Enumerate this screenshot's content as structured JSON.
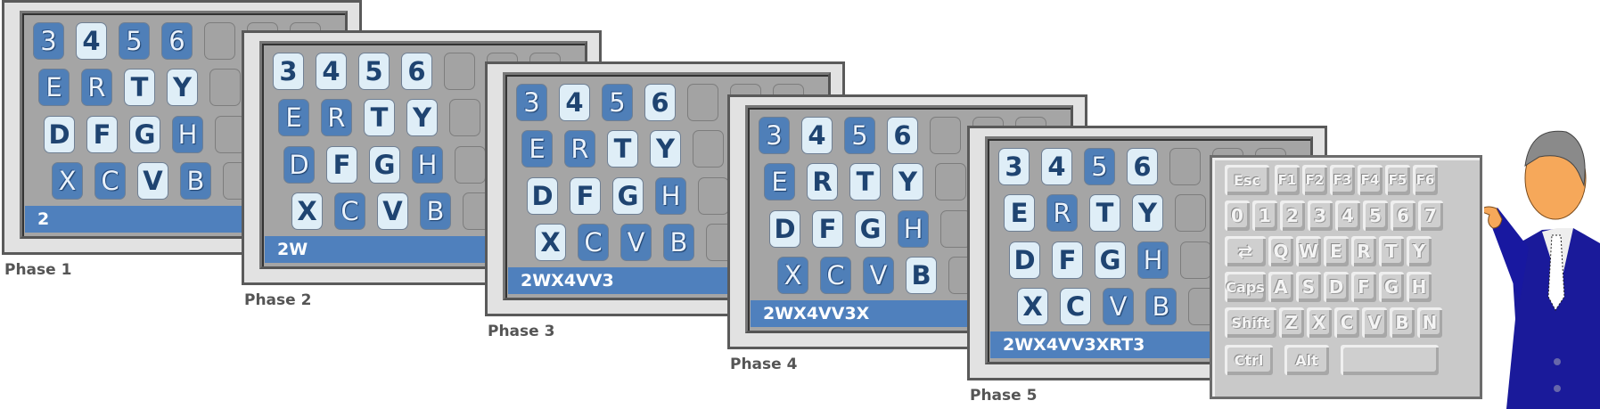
{
  "phases": [
    {
      "label": "Phase 1",
      "text": "2",
      "rows": [
        [
          [
            "3",
            "dark"
          ],
          [
            "4",
            "light"
          ],
          [
            "5",
            "dark"
          ],
          [
            "6",
            "dark"
          ]
        ],
        [
          [
            "E",
            "dark"
          ],
          [
            "R",
            "dark"
          ],
          [
            "T",
            "light"
          ],
          [
            "Y",
            "light"
          ]
        ],
        [
          [
            "D",
            "light"
          ],
          [
            "F",
            "light"
          ],
          [
            "G",
            "light"
          ],
          [
            "H",
            "dark"
          ]
        ],
        [
          [
            "X",
            "dark"
          ],
          [
            "C",
            "dark"
          ],
          [
            "V",
            "light"
          ],
          [
            "B",
            "dark"
          ]
        ]
      ]
    },
    {
      "label": "Phase 2",
      "text": "2W",
      "rows": [
        [
          [
            "3",
            "light"
          ],
          [
            "4",
            "light"
          ],
          [
            "5",
            "light"
          ],
          [
            "6",
            "light"
          ]
        ],
        [
          [
            "E",
            "dark"
          ],
          [
            "R",
            "dark"
          ],
          [
            "T",
            "light"
          ],
          [
            "Y",
            "light"
          ]
        ],
        [
          [
            "D",
            "dark"
          ],
          [
            "F",
            "light"
          ],
          [
            "G",
            "light"
          ],
          [
            "H",
            "dark"
          ]
        ],
        [
          [
            "X",
            "light"
          ],
          [
            "C",
            "dark"
          ],
          [
            "V",
            "light"
          ],
          [
            "B",
            "dark"
          ]
        ]
      ]
    },
    {
      "label": "Phase 3",
      "text": "2WX4VV3",
      "rows": [
        [
          [
            "3",
            "dark"
          ],
          [
            "4",
            "light"
          ],
          [
            "5",
            "dark"
          ],
          [
            "6",
            "light"
          ]
        ],
        [
          [
            "E",
            "dark"
          ],
          [
            "R",
            "dark"
          ],
          [
            "T",
            "light"
          ],
          [
            "Y",
            "light"
          ]
        ],
        [
          [
            "D",
            "light"
          ],
          [
            "F",
            "light"
          ],
          [
            "G",
            "light"
          ],
          [
            "H",
            "dark"
          ]
        ],
        [
          [
            "X",
            "light"
          ],
          [
            "C",
            "dark"
          ],
          [
            "V",
            "dark"
          ],
          [
            "B",
            "dark"
          ]
        ]
      ]
    },
    {
      "label": "Phase 4",
      "text": "2WX4VV3X",
      "rows": [
        [
          [
            "3",
            "dark"
          ],
          [
            "4",
            "light"
          ],
          [
            "5",
            "dark"
          ],
          [
            "6",
            "light"
          ]
        ],
        [
          [
            "E",
            "dark"
          ],
          [
            "R",
            "light"
          ],
          [
            "T",
            "light"
          ],
          [
            "Y",
            "light"
          ]
        ],
        [
          [
            "D",
            "light"
          ],
          [
            "F",
            "light"
          ],
          [
            "G",
            "light"
          ],
          [
            "H",
            "dark"
          ]
        ],
        [
          [
            "X",
            "dark"
          ],
          [
            "C",
            "dark"
          ],
          [
            "V",
            "dark"
          ],
          [
            "B",
            "light"
          ]
        ]
      ]
    },
    {
      "label": "Phase 5",
      "text": "2WX4VV3XRT3",
      "rows": [
        [
          [
            "3",
            "light"
          ],
          [
            "4",
            "light"
          ],
          [
            "5",
            "dark"
          ],
          [
            "6",
            "light"
          ]
        ],
        [
          [
            "E",
            "light"
          ],
          [
            "R",
            "dark"
          ],
          [
            "T",
            "light"
          ],
          [
            "Y",
            "light"
          ]
        ],
        [
          [
            "D",
            "light"
          ],
          [
            "F",
            "light"
          ],
          [
            "G",
            "light"
          ],
          [
            "H",
            "dark"
          ]
        ],
        [
          [
            "X",
            "light"
          ],
          [
            "C",
            "light"
          ],
          [
            "V",
            "dark"
          ],
          [
            "B",
            "dark"
          ]
        ]
      ]
    }
  ],
  "keyboard": {
    "rows": [
      [
        "Esc",
        "F1",
        "F2",
        "F3",
        "F4",
        "F5",
        "F6"
      ],
      [
        "0",
        "1",
        "2",
        "3",
        "4",
        "5",
        "6",
        "7"
      ],
      [
        "⇄",
        "Q",
        "W",
        "E",
        "R",
        "T",
        "Y"
      ],
      [
        "Caps",
        "A",
        "S",
        "D",
        "F",
        "G",
        "H"
      ],
      [
        "Shift",
        "Z",
        "X",
        "C",
        "V",
        "B",
        "N"
      ],
      [
        "Ctrl",
        "Alt",
        ""
      ]
    ]
  },
  "colors": {
    "dark_key": "#4f7fb8",
    "light_key": "#dfeef7",
    "status_bar": "#4f80bd",
    "suit": "#1a1a9a"
  }
}
